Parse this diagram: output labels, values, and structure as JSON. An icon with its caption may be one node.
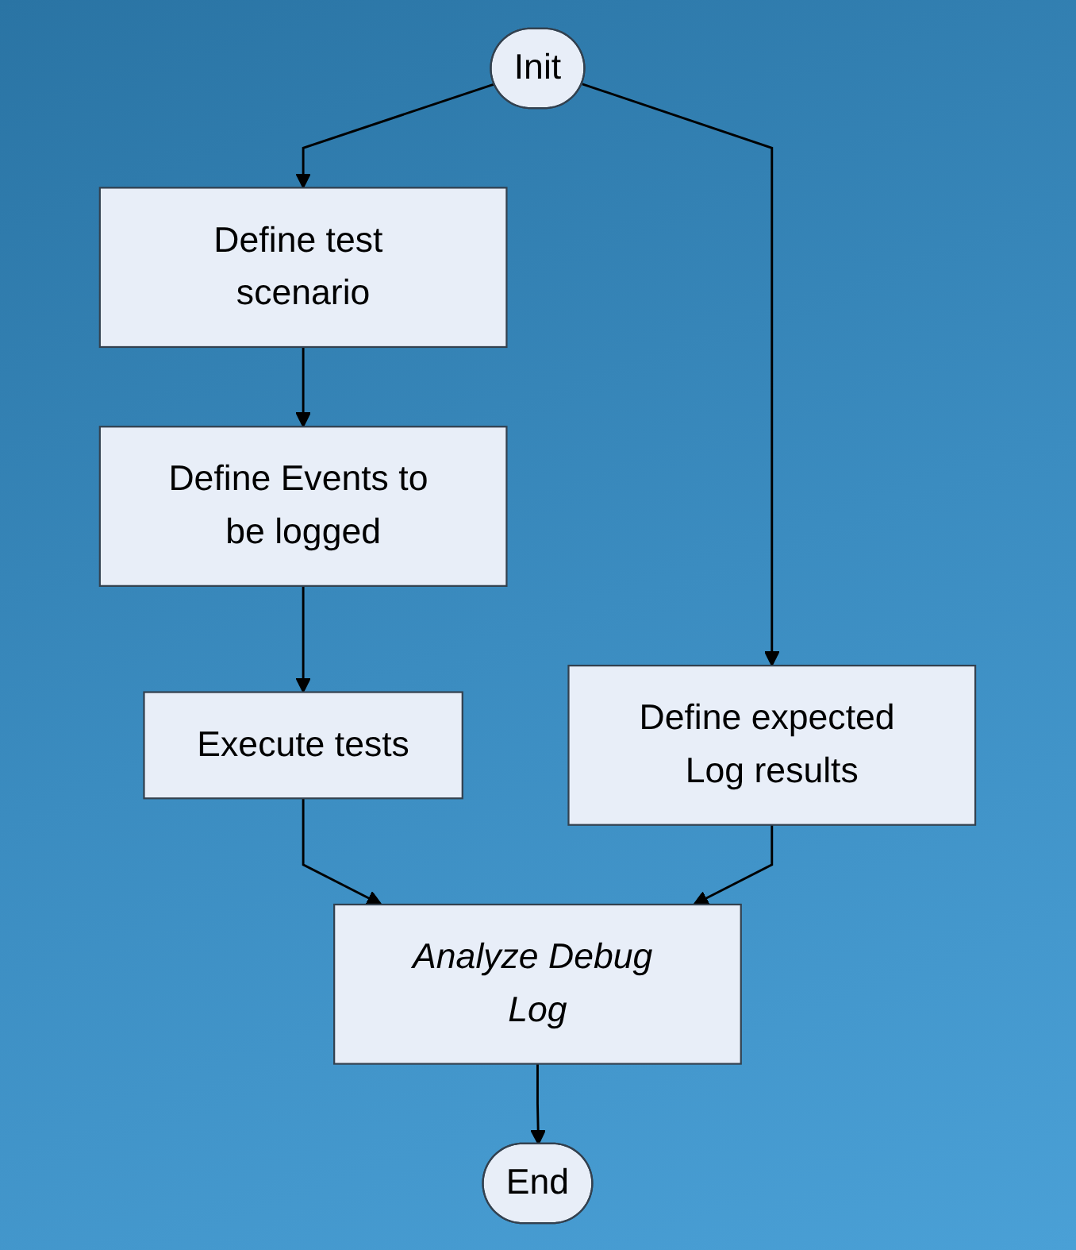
{
  "diagram": {
    "nodes": [
      {
        "text": [
          "Init"
        ]
      },
      {
        "text": [
          "Define test scenario"
        ]
      },
      {
        "text": [
          "Define expected Log results"
        ]
      },
      {
        "text": [
          "Define Events to be logged"
        ]
      },
      {
        "text": [
          "Execute tests"
        ]
      },
      {
        "text": [
          "Analyze Debug Log"
        ]
      },
      {
        "text": [
          "End"
        ]
      }
    ],
    "edges": [
      {
        "from": 0,
        "to": 1,
        "arrow": "to"
      },
      {
        "from": 0,
        "to": 2,
        "arrow": "to"
      },
      {
        "from": 1,
        "to": 3,
        "arrow": "to"
      },
      {
        "from": 3,
        "to": 4,
        "arrow": "to"
      },
      {
        "from": 4,
        "to": 5,
        "arrow": "to"
      },
      {
        "from": 2,
        "to": 5,
        "arrow": "to"
      },
      {
        "from": 5,
        "to": 6,
        "arrow": "to"
      }
    ]
  }
}
